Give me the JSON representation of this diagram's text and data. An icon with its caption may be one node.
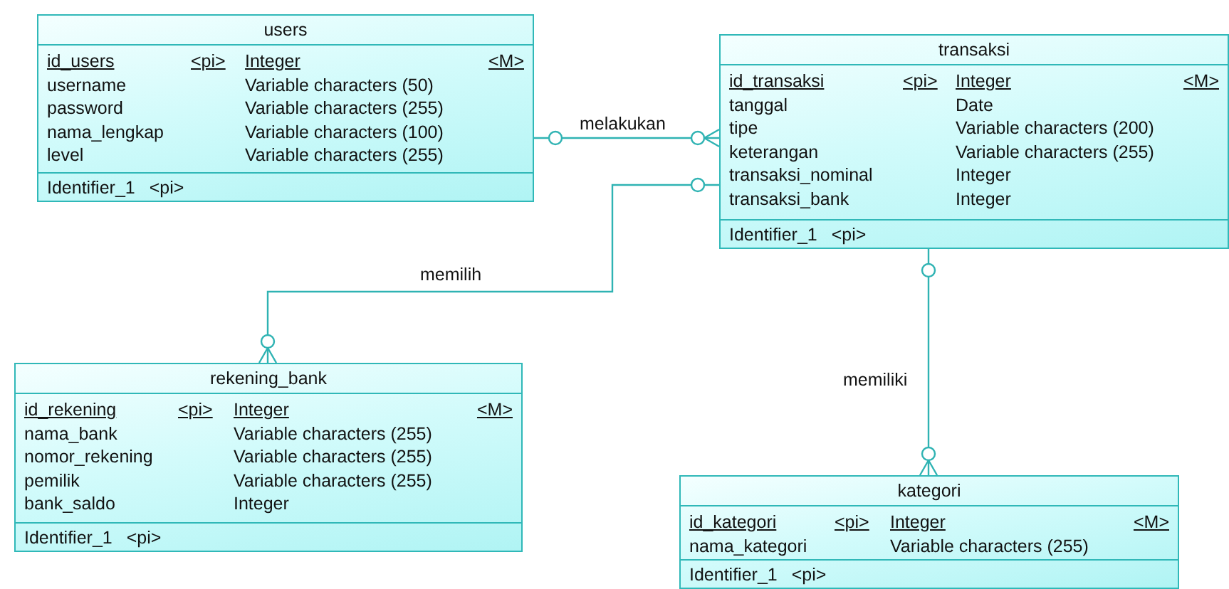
{
  "diagram": {
    "nodes": [
      {
        "text": [
          "users",
          "id_users",
          "<pi>",
          "Integer",
          "<M>",
          "username",
          "Variable characters (50)",
          "password",
          "Variable characters (255)",
          "nama_lengkap",
          "Variable characters (100)",
          "level",
          "Variable characters (255)",
          "Identifier_1",
          "<pi>"
        ]
      },
      {
        "text": [
          "transaksi",
          "id_transaksi",
          "<pi>",
          "Integer",
          "<M>",
          "tanggal",
          "Date",
          "tipe",
          "Variable characters (200)",
          "keterangan",
          "Variable characters (255)",
          "transaksi_nominal",
          "Integer",
          "transaksi_bank",
          "Integer",
          "Identifier_1",
          "<pi>"
        ]
      },
      {
        "text": [
          "rekening_bank",
          "id_rekening",
          "<pi>",
          "Integer",
          "<M>",
          "nama_bank",
          "Variable characters (255)",
          "nomor_rekening",
          "Variable characters (255)",
          "pemilik",
          "Variable characters (255)",
          "bank_saldo",
          "Integer",
          "Identifier_1",
          "<pi>"
        ]
      },
      {
        "text": [
          "kategori",
          "id_kategori",
          "<pi>",
          "Integer",
          "<M>",
          "nama_kategori",
          "Variable characters (255)",
          "Identifier_1",
          "<pi>"
        ]
      }
    ],
    "edges": [
      {
        "from": 0,
        "to": 1,
        "arrow": "other",
        "label": "melakukan"
      },
      {
        "from": 1,
        "to": 2,
        "arrow": "other",
        "label": "memilih"
      },
      {
        "from": 1,
        "to": 3,
        "arrow": "other",
        "label": "memiliki"
      }
    ]
  }
}
